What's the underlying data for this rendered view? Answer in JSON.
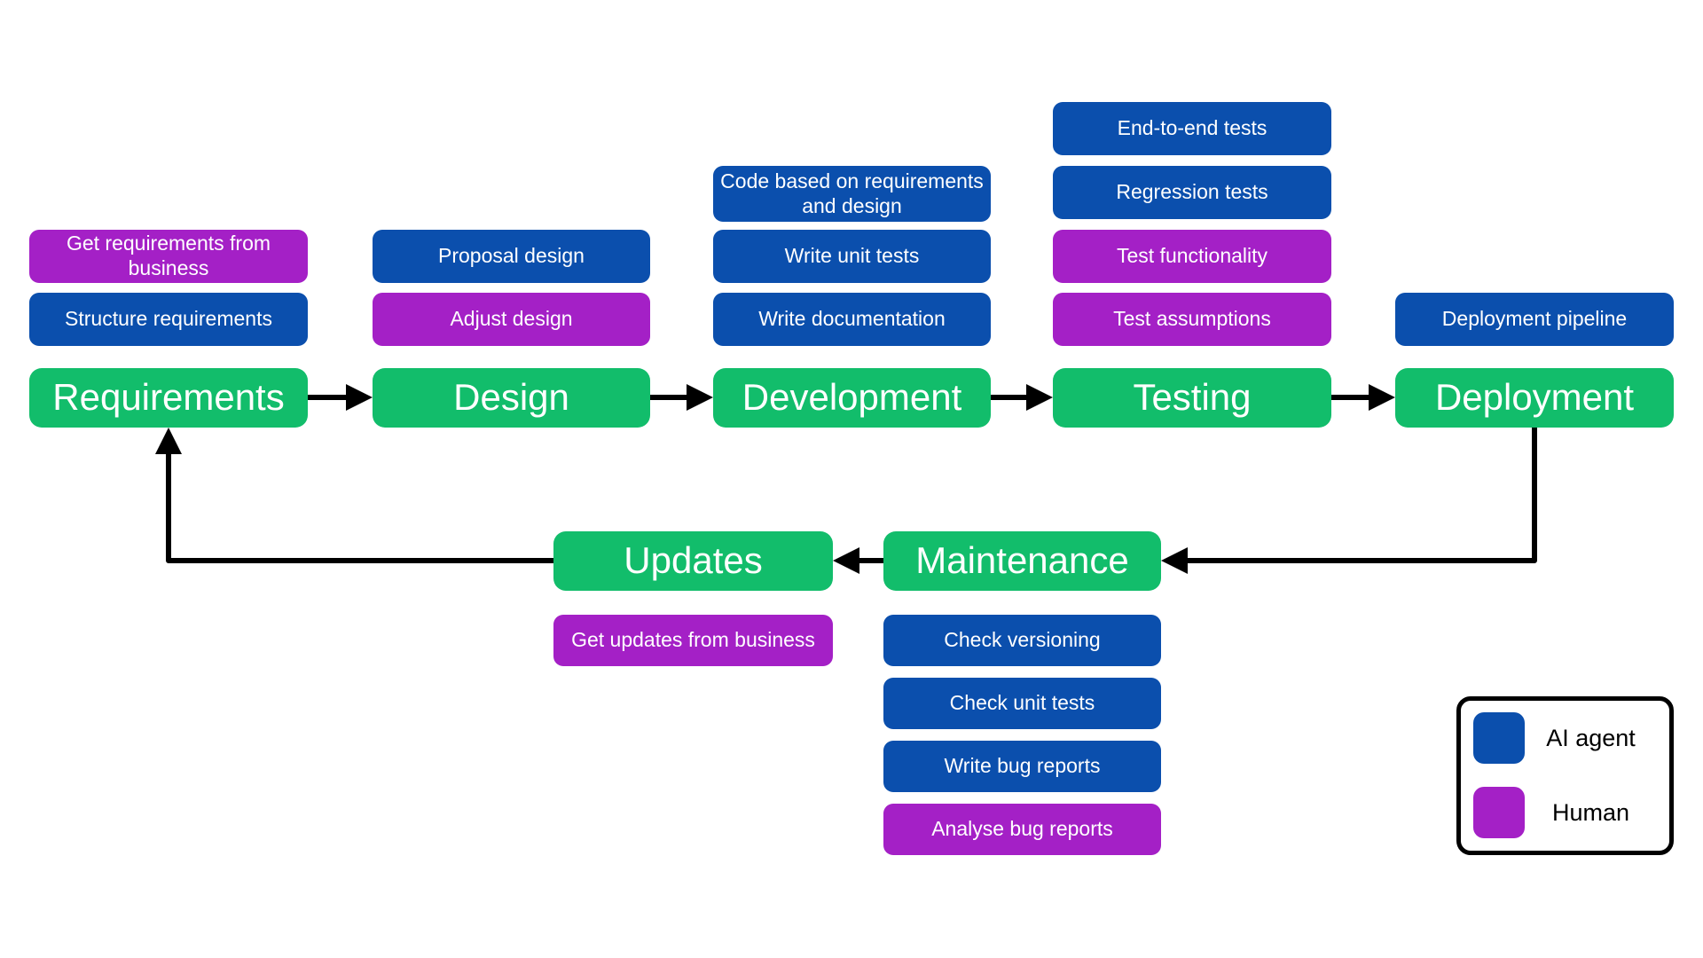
{
  "palette": {
    "stage_green": "#12bd6b",
    "ai_agent_blue": "#0b4fad",
    "human_purple": "#a420c6",
    "arrow_black": "#000000",
    "background": "#ffffff"
  },
  "stages": {
    "requirements": "Requirements",
    "design": "Design",
    "development": "Development",
    "testing": "Testing",
    "deployment": "Deployment",
    "updates": "Updates",
    "maintenance": "Maintenance"
  },
  "tasks": {
    "end_to_end_tests": {
      "label": "End-to-end tests",
      "actor": "ai_agent"
    },
    "code_based": {
      "label": "Code based on requirements and design",
      "actor": "ai_agent"
    },
    "regression_tests": {
      "label": "Regression tests",
      "actor": "ai_agent"
    },
    "get_requirements": {
      "label": "Get requirements from business",
      "actor": "human"
    },
    "proposal_design": {
      "label": "Proposal design",
      "actor": "ai_agent"
    },
    "write_unit_tests": {
      "label": "Write unit tests",
      "actor": "ai_agent"
    },
    "test_functionality": {
      "label": "Test functionality",
      "actor": "human"
    },
    "structure_requirements": {
      "label": "Structure requirements",
      "actor": "ai_agent"
    },
    "adjust_design": {
      "label": "Adjust design",
      "actor": "human"
    },
    "write_documentation": {
      "label": "Write documentation",
      "actor": "ai_agent"
    },
    "test_assumptions": {
      "label": "Test assumptions",
      "actor": "human"
    },
    "deployment_pipeline": {
      "label": "Deployment pipeline",
      "actor": "ai_agent"
    },
    "get_updates": {
      "label": "Get updates from business",
      "actor": "human"
    },
    "check_versioning": {
      "label": "Check versioning",
      "actor": "ai_agent"
    },
    "check_unit_tests": {
      "label": "Check unit tests",
      "actor": "ai_agent"
    },
    "write_bug_reports": {
      "label": "Write bug reports",
      "actor": "ai_agent"
    },
    "analyse_bug_reports": {
      "label": "Analyse bug reports",
      "actor": "human"
    }
  },
  "legend": {
    "ai_agent_label": "AI agent",
    "human_label": "Human"
  }
}
